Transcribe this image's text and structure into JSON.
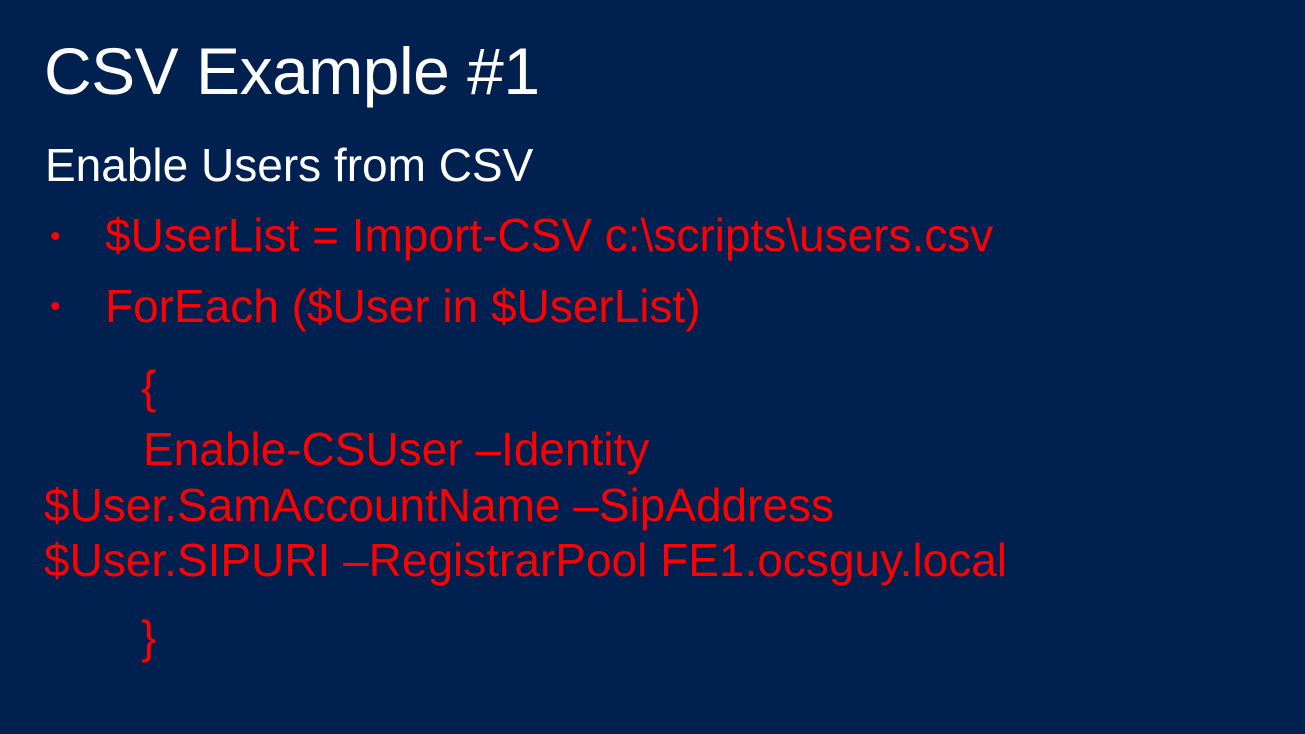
{
  "colors": {
    "background": "#002050",
    "title": "#ffffff",
    "body": "#ffffff",
    "code": "#ff0000"
  },
  "slide": {
    "title": "CSV Example #1",
    "subtitle": "Enable Users from CSV",
    "bullet_glyph": "•",
    "bullets": [
      "$UserList = Import-CSV c:\\scripts\\users.csv",
      "ForEach ($User in $UserList)"
    ],
    "code_lines": [
      "{",
      "Enable-CSUser –Identity",
      "$User.SamAccountName –SipAddress",
      "$User.SIPURI –RegistrarPool FE1.ocsguy.local",
      "}"
    ]
  }
}
